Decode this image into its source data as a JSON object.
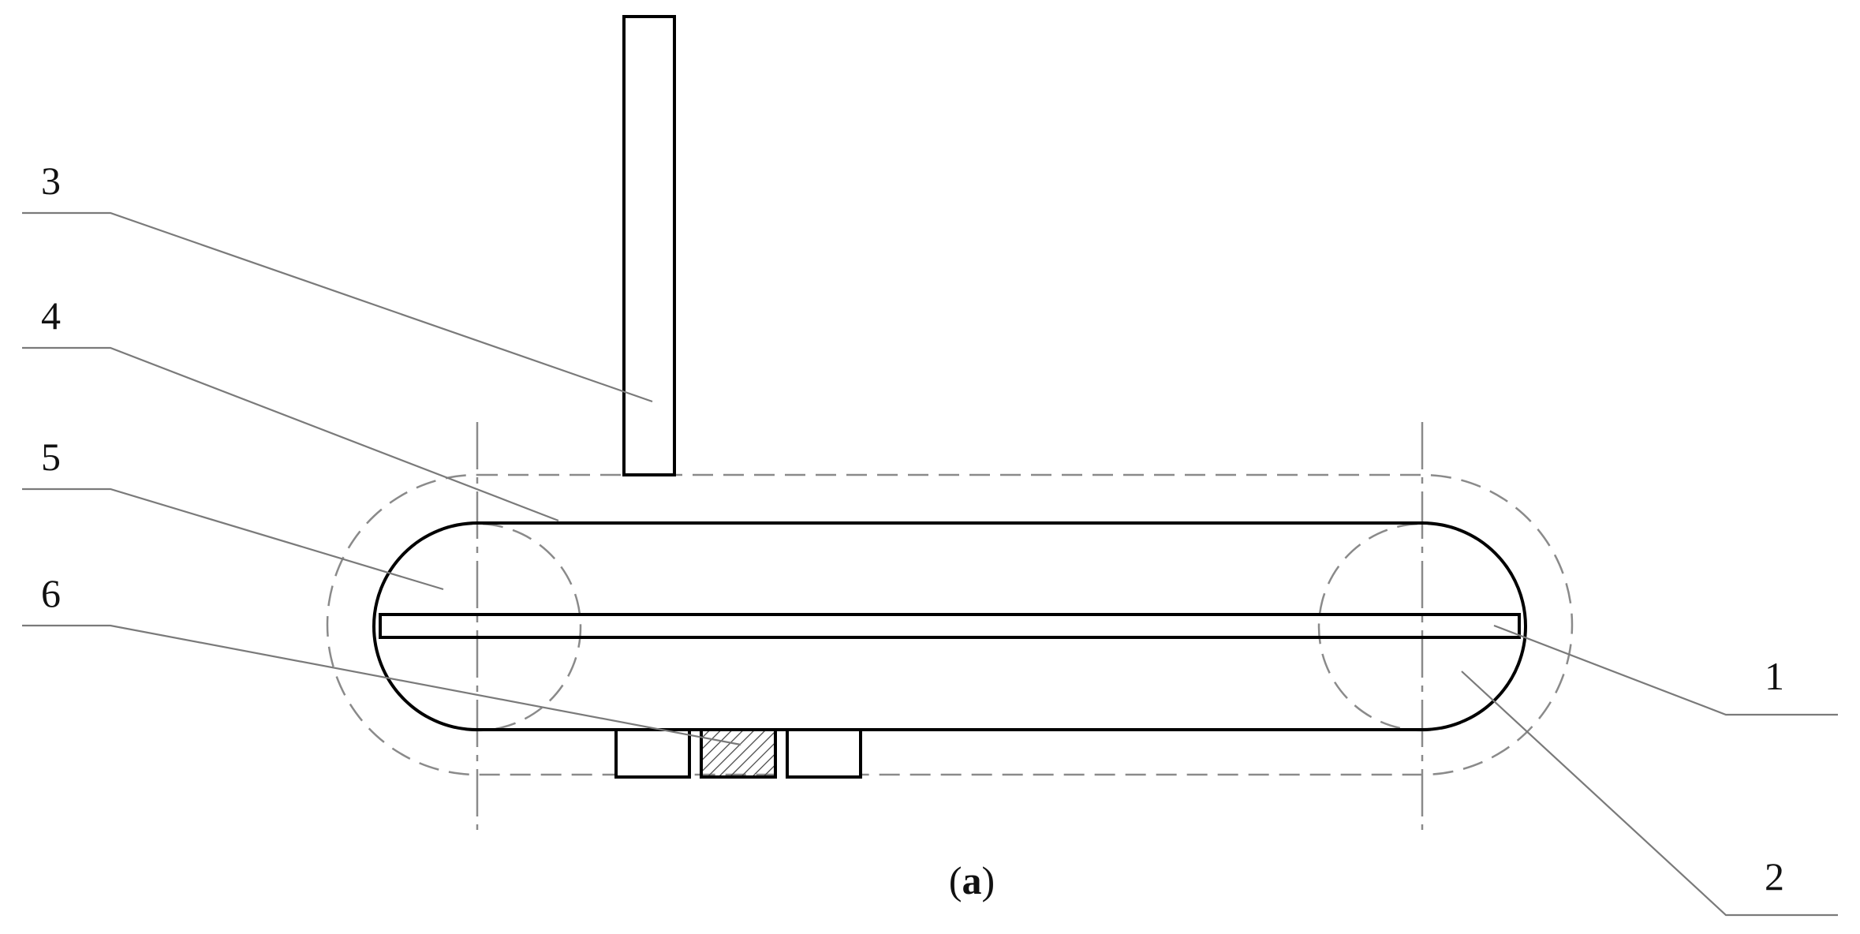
{
  "figure": {
    "caption_open": "(",
    "caption_letter": "a",
    "caption_close": ")"
  },
  "labels": {
    "l1": "1",
    "l2": "2",
    "l3": "3",
    "l4": "4",
    "l5": "5",
    "l6": "6"
  },
  "colors": {
    "line": "#000000",
    "dashed": "#8a8a8a",
    "leader": "#7a7a7a",
    "hatch": "#444444",
    "background": "#ffffff"
  }
}
